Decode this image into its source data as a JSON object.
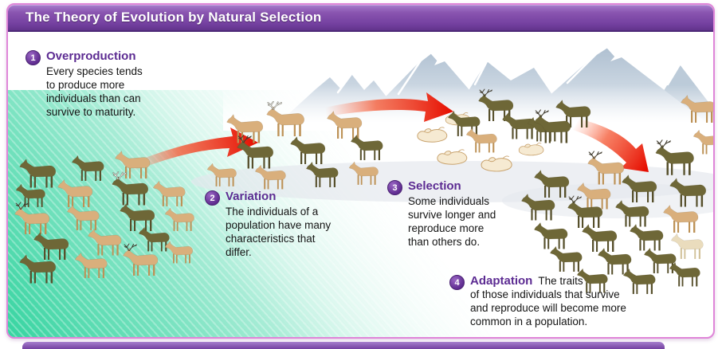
{
  "header": {
    "title": "The Theory of Evolution by Natural Selection"
  },
  "steps": [
    {
      "number": "1",
      "heading": "Overproduction",
      "body": "Every species tends\nto produce more\nindividuals than can\nsurvive to maturity."
    },
    {
      "number": "2",
      "heading": "Variation",
      "body": "The individuals of a\npopulation have many\ncharacteristics that\ndiffer."
    },
    {
      "number": "3",
      "heading": "Selection",
      "body": "Some individuals\nsurvive longer and\nreproduce more\nthan others do."
    },
    {
      "number": "4",
      "heading": "Adaptation",
      "body": "The traits\nof those individuals that survive\nand reproduce will become more\ncommon in a population."
    }
  ],
  "colors": {
    "header_purple": "#7440a0",
    "heading_text": "#5c2b92",
    "badge_purple": "#5e2b8f",
    "arrow_red": "#e81200",
    "mountain_blue": "#b0c1d1",
    "meadow_green": "#2cd29c",
    "panel_border_pink": "#df85d8"
  },
  "illustration": {
    "variants": {
      "tan": {
        "body": "#d9af7c",
        "legs": "#bd9257"
      },
      "dark": {
        "body": "#6e6737",
        "legs": "#57502c"
      },
      "pale": {
        "body": "#eadcbd",
        "legs": "#d2c29b"
      }
    },
    "antler_dark": "#423d30",
    "antler_light": "#f4f4ef",
    "herds": [
      {
        "name": "herd-overproduction",
        "deer": [
          [
            22,
            196,
            0.52,
            "dark",
            0
          ],
          [
            88,
            192,
            0.46,
            "dark",
            0
          ],
          [
            142,
            186,
            0.5,
            "tan",
            0
          ],
          [
            18,
            228,
            0.42,
            "dark",
            0
          ],
          [
            70,
            222,
            0.5,
            "tan",
            0
          ],
          [
            138,
            218,
            0.52,
            "dark",
            2
          ],
          [
            190,
            224,
            0.46,
            "tan",
            0
          ],
          [
            16,
            256,
            0.5,
            "tan",
            1
          ],
          [
            82,
            254,
            0.46,
            "tan",
            0
          ],
          [
            148,
            252,
            0.5,
            "dark",
            0
          ],
          [
            205,
            258,
            0.42,
            "tan",
            0
          ],
          [
            40,
            288,
            0.5,
            "dark",
            0
          ],
          [
            108,
            284,
            0.48,
            "tan",
            0
          ],
          [
            172,
            282,
            0.44,
            "dark",
            0
          ],
          [
            22,
            316,
            0.52,
            "dark",
            0
          ],
          [
            92,
            314,
            0.46,
            "tan",
            0
          ],
          [
            152,
            308,
            0.5,
            "tan",
            1
          ],
          [
            205,
            300,
            0.4,
            "tan",
            0
          ]
        ]
      },
      {
        "name": "herd-variation",
        "deer": [
          [
            282,
            140,
            0.52,
            "tan",
            0
          ],
          [
            332,
            130,
            0.54,
            "tan",
            2
          ],
          [
            408,
            136,
            0.5,
            "tan",
            0
          ],
          [
            295,
            172,
            0.52,
            "dark",
            1
          ],
          [
            362,
            168,
            0.5,
            "dark",
            0
          ],
          [
            438,
            166,
            0.46,
            "dark",
            0
          ],
          [
            258,
            202,
            0.42,
            "tan",
            0
          ],
          [
            318,
            204,
            0.44,
            "tan",
            0
          ],
          [
            382,
            200,
            0.46,
            "dark",
            0
          ],
          [
            436,
            200,
            0.42,
            "tan",
            0
          ]
        ]
      },
      {
        "name": "herd-selection-survivors",
        "deer": [
          [
            598,
            114,
            0.5,
            "dark",
            1
          ],
          [
            560,
            136,
            0.46,
            "dark",
            0
          ],
          [
            628,
            138,
            0.48,
            "dark",
            0
          ],
          [
            583,
            158,
            0.44,
            "tan",
            0
          ],
          [
            660,
            144,
            0.44,
            "dark",
            0
          ],
          [
            695,
            122,
            0.5,
            "dark",
            0
          ]
        ]
      },
      {
        "name": "herd-adaptation",
        "deer": [
          [
            668,
            140,
            0.52,
            "dark",
            1
          ],
          [
            852,
            116,
            0.5,
            "tan",
            0
          ],
          [
            868,
            160,
            0.44,
            "tan",
            0
          ],
          [
            820,
            178,
            0.55,
            "dark",
            1
          ],
          [
            735,
            192,
            0.52,
            "tan",
            1
          ],
          [
            668,
            210,
            0.5,
            "dark",
            0
          ],
          [
            722,
            226,
            0.48,
            "tan",
            0
          ],
          [
            778,
            216,
            0.5,
            "dark",
            0
          ],
          [
            838,
            220,
            0.52,
            "dark",
            0
          ],
          [
            652,
            240,
            0.48,
            "dark",
            0
          ],
          [
            710,
            248,
            0.5,
            "dark",
            1
          ],
          [
            770,
            248,
            0.48,
            "dark",
            0
          ],
          [
            830,
            254,
            0.5,
            "tan",
            0
          ],
          [
            668,
            276,
            0.48,
            "dark",
            0
          ],
          [
            728,
            278,
            0.5,
            "dark",
            0
          ],
          [
            788,
            278,
            0.48,
            "dark",
            0
          ],
          [
            840,
            290,
            0.46,
            "pale",
            0
          ],
          [
            688,
            306,
            0.46,
            "dark",
            0
          ],
          [
            748,
            308,
            0.48,
            "dark",
            0
          ],
          [
            806,
            308,
            0.46,
            "dark",
            0
          ],
          [
            722,
            334,
            0.44,
            "dark",
            0
          ],
          [
            780,
            334,
            0.46,
            "dark",
            0
          ],
          [
            838,
            326,
            0.44,
            "dark",
            0
          ]
        ]
      }
    ],
    "fallen_deer": [
      [
        520,
        158,
        0.6
      ],
      [
        556,
        140,
        0.5
      ],
      [
        545,
        186,
        0.6
      ],
      [
        600,
        194,
        0.62
      ],
      [
        648,
        178,
        0.5
      ]
    ]
  }
}
